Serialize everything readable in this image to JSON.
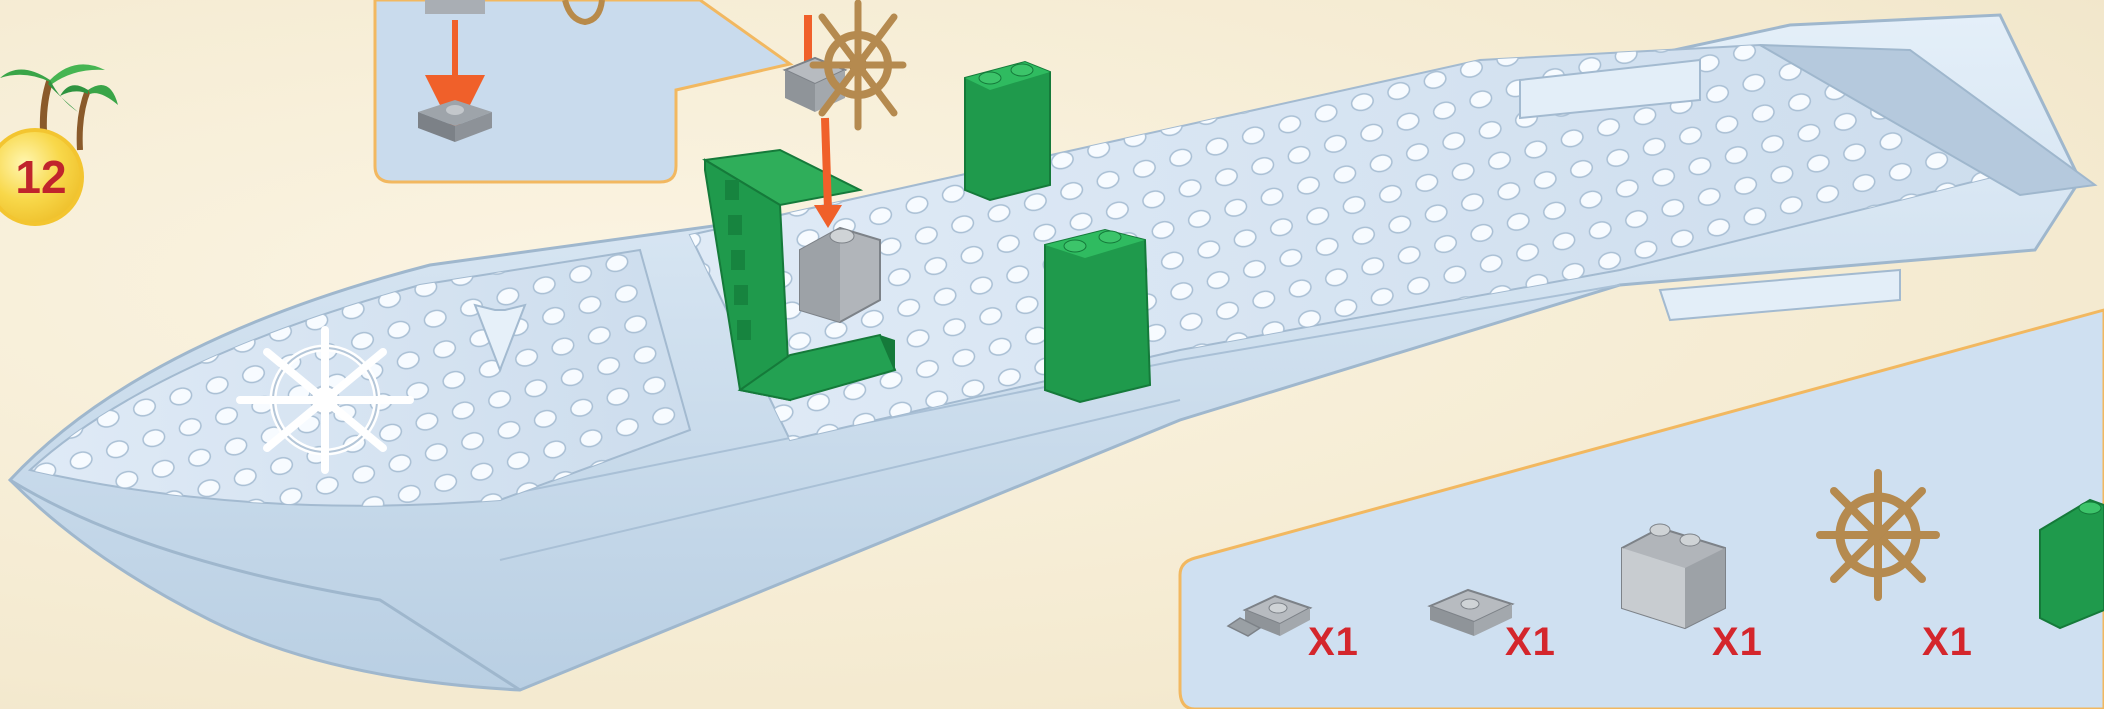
{
  "step": {
    "number": "12"
  },
  "parts_list": {
    "items": [
      {
        "part": "plate-with-clip-icon",
        "quantity": "X1"
      },
      {
        "part": "jumper-plate-icon",
        "quantity": "X1"
      },
      {
        "part": "slope-brick-icon",
        "quantity": "X1"
      },
      {
        "part": "ship-wheel-icon",
        "quantity": "X1"
      },
      {
        "part": "green-slope-icon"
      }
    ]
  },
  "colors": {
    "background": "#f7efd9",
    "hull": "#dbe9f6",
    "green": "#1f9a4c",
    "arrow": "#f0602a",
    "quantity_text": "#d4262c",
    "badge": "#f8d84a"
  }
}
